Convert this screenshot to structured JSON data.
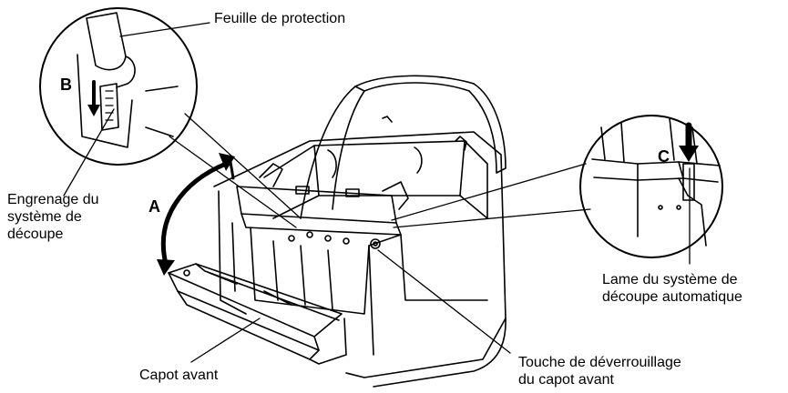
{
  "labels": {
    "protection_sheet": "Feuille de protection",
    "cutter_gear": [
      "Engrenage du",
      "système de",
      "découpe"
    ],
    "cutter_blade": [
      "Lame du système de",
      "découpe automatique"
    ],
    "front_cover": "Capot avant",
    "release_button": [
      "Touche de déverrouillage",
      "du capot avant"
    ]
  },
  "callout_letters": {
    "a": "A",
    "b": "B",
    "c": "C"
  }
}
